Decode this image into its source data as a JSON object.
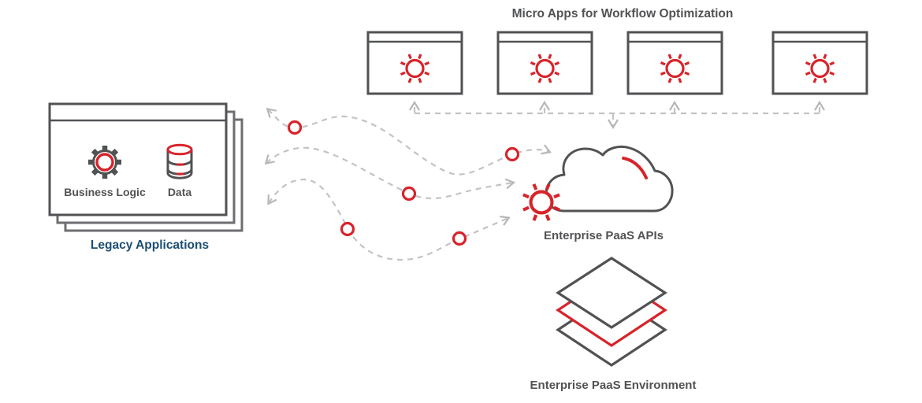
{
  "diagram": {
    "title": "Micro Apps for Workflow Optimization",
    "micro_apps": {
      "window_count": 4,
      "icon": "sun-icon"
    },
    "legacy_applications": {
      "label": "Legacy Applications",
      "stack_count": 3,
      "components": [
        {
          "label": "Business Logic",
          "icon": "gear-icon"
        },
        {
          "label": "Data",
          "icon": "database-icon"
        }
      ]
    },
    "enterprise_paas_apis": {
      "label": "Enterprise PaaS APIs",
      "icon": "cloud-icon",
      "badge": "sun-icon",
      "detail": "red-arc"
    },
    "enterprise_paas_environment": {
      "label": "Enterprise PaaS Environment",
      "icon": "layers-icon",
      "layer_count": 3,
      "highlight_layer": "middle-red"
    },
    "flows": {
      "wavy_arrow_count": 3,
      "bidirectional": true,
      "node_dot_count": 5,
      "top_connector_up_arrows": 4,
      "top_connector_down_arrows": 1
    },
    "colors": {
      "accent_red": "#d8232a",
      "dark_gray": "#515254",
      "light_gray_dash": "#c3c3c5",
      "arrow_gray": "#b7b7b9",
      "navy": "#1b4e73",
      "background": "#ffffff"
    }
  }
}
